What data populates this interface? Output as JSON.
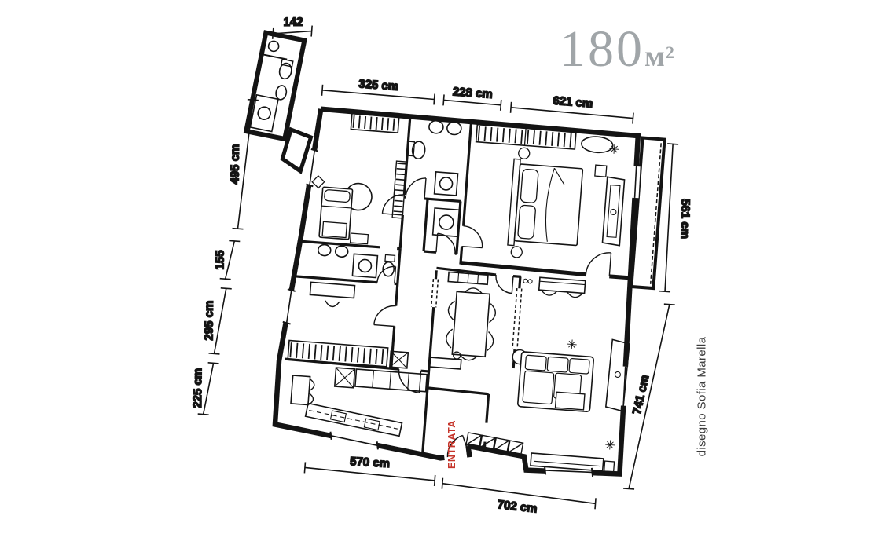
{
  "area_label": {
    "value": "180",
    "unit": "м",
    "exponent": "2"
  },
  "credit": {
    "text": "disegno Sofia Marella"
  },
  "entrance": {
    "text": "ENTRATA"
  },
  "dimensions": {
    "wing_width": "142",
    "top": [
      "325 cm",
      "228 cm",
      "621 cm"
    ],
    "left": [
      "495 cm",
      "155",
      "295 cm",
      "225 cm"
    ],
    "right": [
      "561 cm",
      "741 cm"
    ],
    "bottom": [
      "570 cm",
      "702 cm"
    ]
  },
  "colors": {
    "plan_line": "#141414",
    "area_gray": "#a0a5a8",
    "entrance_red": "#c6362c",
    "background": "#ffffff"
  }
}
